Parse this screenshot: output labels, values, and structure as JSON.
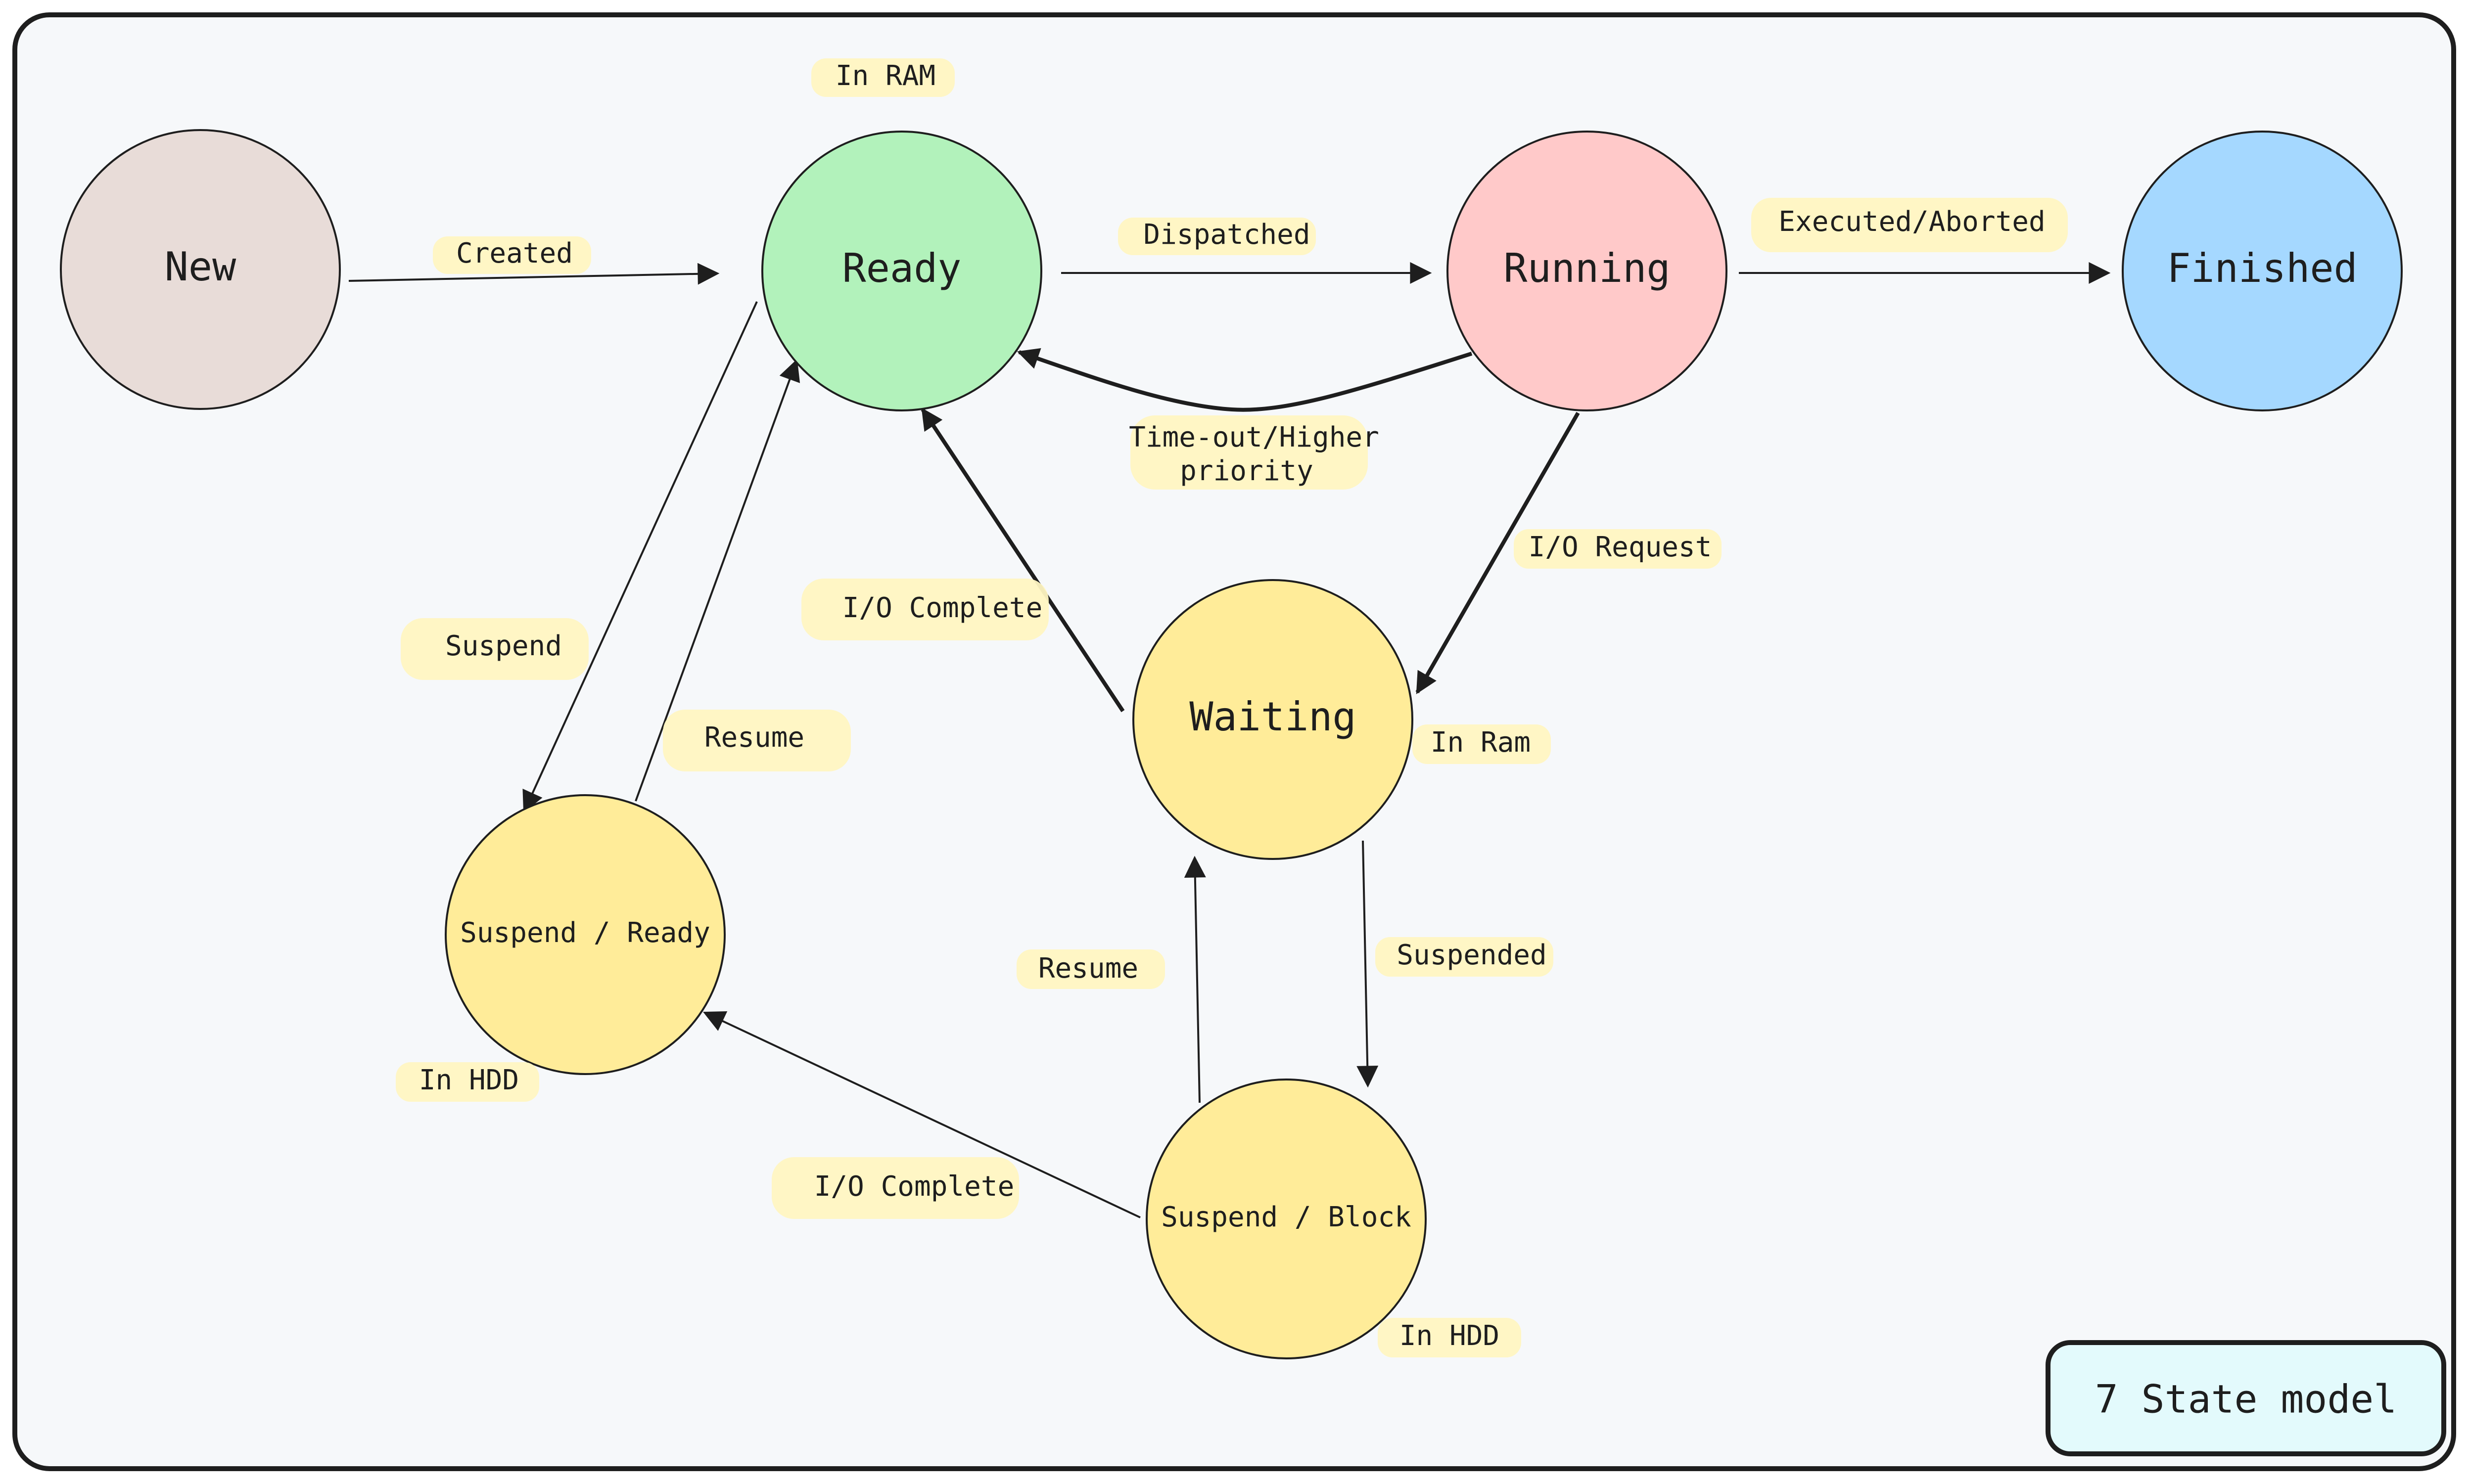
{
  "colors": {
    "background": "#f6f8fa",
    "frame_stroke": "#1e1e1e",
    "new": "#e8dcd8",
    "ready": "#b2f2bb",
    "running": "#ffc9c9",
    "finished": "#a5d8ff",
    "waiting": "#ffec99",
    "suspend": "#ffec99",
    "highlight": "#fff6c2",
    "title_fill": "#e3fafc"
  },
  "states": {
    "new": "New",
    "ready": "Ready",
    "running": "Running",
    "finished": "Finished",
    "waiting": "Waiting",
    "suspend_ready": "Suspend / Ready",
    "suspend_block": "Suspend / Block"
  },
  "transitions": {
    "created": "Created",
    "dispatched": "Dispatched",
    "executed_aborted": "Executed/Aborted",
    "timeout_line1": "Time-out/Higher",
    "timeout_line2": "priority",
    "io_request": "I/O Request",
    "io_complete_waiting": "I/O Complete",
    "suspend": "Suspend",
    "resume_ready": "Resume",
    "suspended": "Suspended",
    "resume_waiting": "Resume",
    "io_complete_block": "I/O Complete"
  },
  "notes": {
    "ready_location": "In RAM",
    "waiting_location": "In Ram",
    "suspend_ready_location": "In HDD",
    "suspend_block_location": "In HDD"
  },
  "title": "7 State model"
}
